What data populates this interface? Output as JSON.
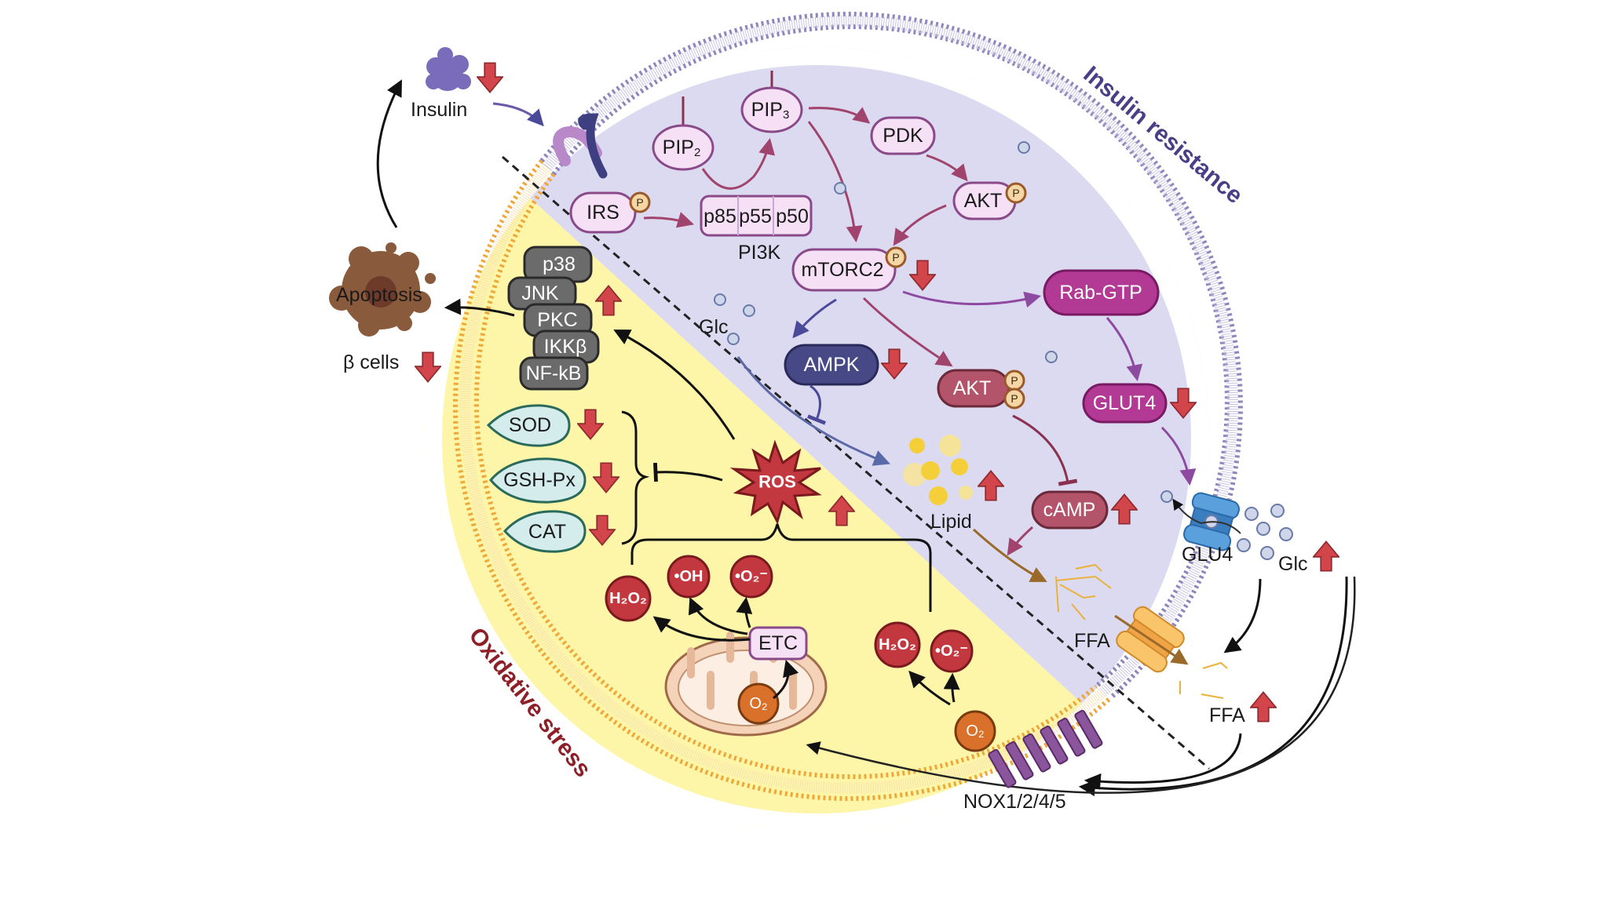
{
  "colors": {
    "cytoplasm_insulin": "#dcdaf0",
    "membrane_insulin": "#8e86bd",
    "cytoplasm_oxidative": "#fdf6a8",
    "membrane_oxidative": "#f0a73a",
    "up_down_arrow": "#d2454a",
    "pink_node_fill": "#f5e0f6",
    "pink_node_stroke": "#8a4a8a",
    "magenta_node": "#b23a94",
    "rose_node": "#b4546a",
    "navy_node": "#474987",
    "gray_node": "#6b6b6b",
    "teal_node_fill": "#d4ecec",
    "ros_red": "#c2383e",
    "o2_orange": "#d9712b"
  },
  "sections": {
    "insulin_resistance": "Insulin resistance",
    "oxidative_stress": "Oxidative stress"
  },
  "external": {
    "insulin": "Insulin",
    "apoptosis": "Apoptosis",
    "beta_cells": "β cells",
    "glc_out": "Glc",
    "ffa_out": "FFA",
    "nox": "NOX1/2/4/5",
    "glu4": "GLU4"
  },
  "insulin_pathway": {
    "irs": "IRS",
    "p": "P",
    "pi3k_subunits": [
      "p85",
      "p55",
      "p50"
    ],
    "pi3k": "PI3K",
    "pip2": "PIP",
    "pip2_sub": "2",
    "pip3": "PIP",
    "pip3_sub": "3",
    "pdk": "PDK",
    "akt": "AKT",
    "mtorc2": "mTORC2",
    "rab_gtp": "Rab-GTP",
    "glc_in": "Glc",
    "ampk": "AMPK",
    "akt_pp": "AKT",
    "glut4": "GLUT4",
    "lipid": "Lipid",
    "camp": "cAMP",
    "ffa_in": "FFA"
  },
  "oxidative_pathway": {
    "kinases": [
      "p38",
      "JNK",
      "PKC",
      "IKKβ",
      "NF-kB"
    ],
    "antioxidants": [
      "SOD",
      "GSH-Px",
      "CAT"
    ],
    "ros": "ROS",
    "etc": "ETC",
    "h2o2": "H₂O₂",
    "oh": "•OH",
    "o2_radical": "•O₂⁻",
    "o2": "O₂"
  },
  "regulation": {
    "insulin": "down",
    "beta_cells": "down",
    "kinases": "up",
    "sod": "down",
    "gsh_px": "down",
    "cat": "down",
    "ros": "up",
    "mtorc2": "down",
    "ampk": "down",
    "glut4": "down",
    "lipid": "up",
    "camp": "up",
    "glc_out": "up",
    "ffa_out": "up"
  }
}
